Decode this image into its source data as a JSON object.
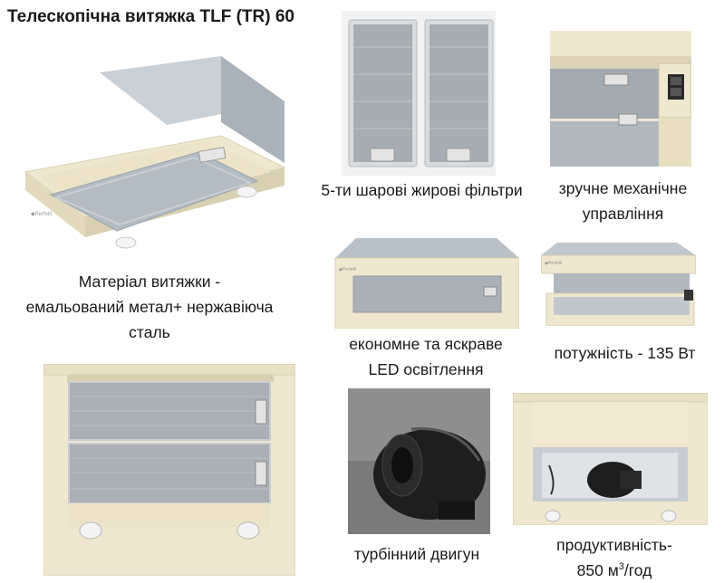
{
  "title": "Телескопічна витяжка TLF (TR) 60",
  "captions": {
    "material": [
      "Матеріал витяжки -",
      "емальований метал+ нержавіюча",
      "сталь"
    ],
    "filters": "5-ти шарові жирові фільтри",
    "controls": [
      "зручне механічне",
      "управління"
    ],
    "led": [
      "економне та яскраве",
      "LED освітлення"
    ],
    "power": "потужність - 135 Вт",
    "motor": "турбінний двигун",
    "capacity_line1": "продуктивність-",
    "capacity_value": "850 м",
    "capacity_sup": "3",
    "capacity_unit": "/год"
  },
  "colors": {
    "body_cream": "#efe7cf",
    "steel": "#b9c1c8",
    "filter_gray": "#a7adb2",
    "motor_black": "#1e1e1e"
  }
}
